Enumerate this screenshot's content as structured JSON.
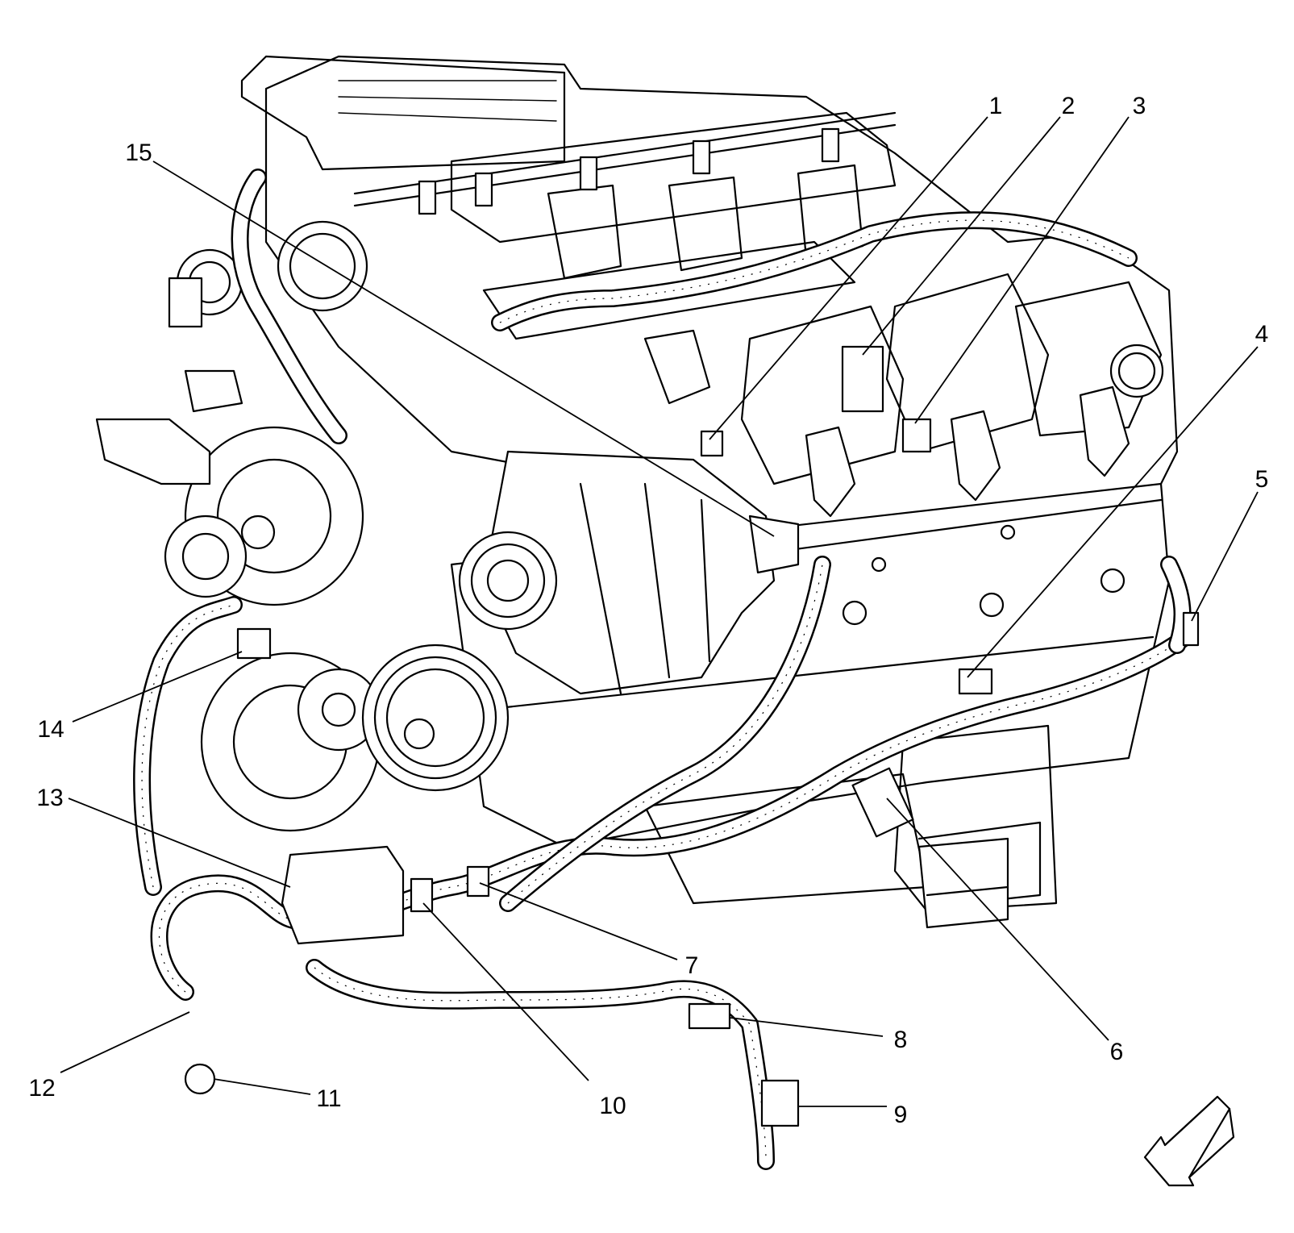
{
  "callouts": [
    {
      "id": "1",
      "label": "1"
    },
    {
      "id": "2",
      "label": "2"
    },
    {
      "id": "3",
      "label": "3"
    },
    {
      "id": "4",
      "label": "4"
    },
    {
      "id": "5",
      "label": "5"
    },
    {
      "id": "6",
      "label": "6"
    },
    {
      "id": "7",
      "label": "7"
    },
    {
      "id": "8",
      "label": "8"
    },
    {
      "id": "9",
      "label": "9"
    },
    {
      "id": "10",
      "label": "10"
    },
    {
      "id": "11",
      "label": "11"
    },
    {
      "id": "12",
      "label": "12"
    },
    {
      "id": "13",
      "label": "13"
    },
    {
      "id": "14",
      "label": "14"
    },
    {
      "id": "15",
      "label": "15"
    }
  ],
  "orientation_arrow": "front-direction-arrow-icon"
}
